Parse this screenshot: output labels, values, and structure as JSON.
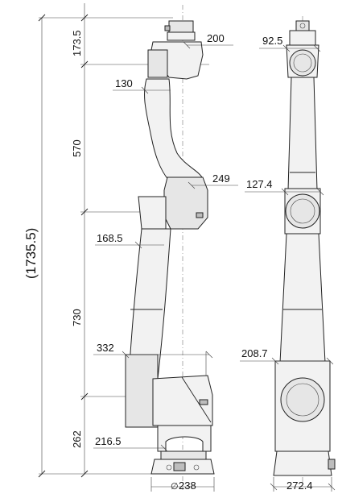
{
  "dimensions": {
    "total_height": "(1735.5)",
    "h_top": "173.5",
    "h_upper_arm": "570",
    "h_lower_arm": "730",
    "h_base": "262",
    "w_head": "200",
    "w_wrist": "130",
    "w_elbow": "249",
    "w_elbow_offset": "168.5",
    "w_shoulder": "332",
    "w_base_offset": "216.5",
    "base_diameter": "238",
    "side_head": "92.5",
    "side_elbow": "127.4",
    "side_shoulder": "208.7",
    "side_base": "272.4"
  },
  "symbols": {
    "diameter": "∅"
  }
}
